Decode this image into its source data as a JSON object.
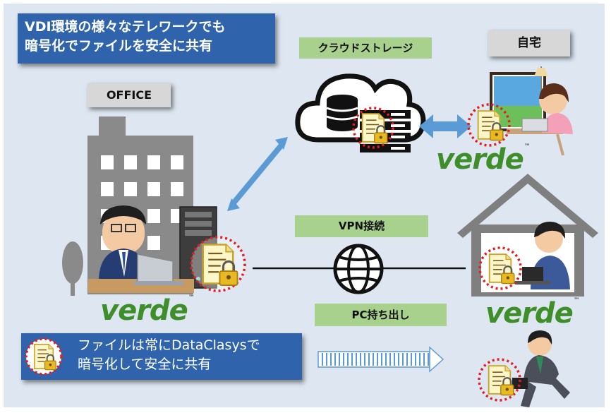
{
  "title_box": {
    "line1": "VDI環境の様々なテレワークでも",
    "line2": "暗号化でファイルを安全に共有"
  },
  "labels": {
    "office": "OFFICE",
    "home": "自宅",
    "cloud_storage": "クラウドストレージ",
    "vpn": "VPN接続",
    "pc_takeout": "PC持ち出し"
  },
  "bottom_box": {
    "line1": "ファイルは常にDataClasysで",
    "line2": "暗号化して安全に共有"
  },
  "brand": {
    "logo_text": "verde",
    "trademark": "™"
  },
  "colors": {
    "blue_box": "#2f64ad",
    "green_label": "#a9d18e",
    "gray_label": "#d7d7d7",
    "brand_green": "#3e8e2a",
    "arrow": "#5b9bd5"
  }
}
